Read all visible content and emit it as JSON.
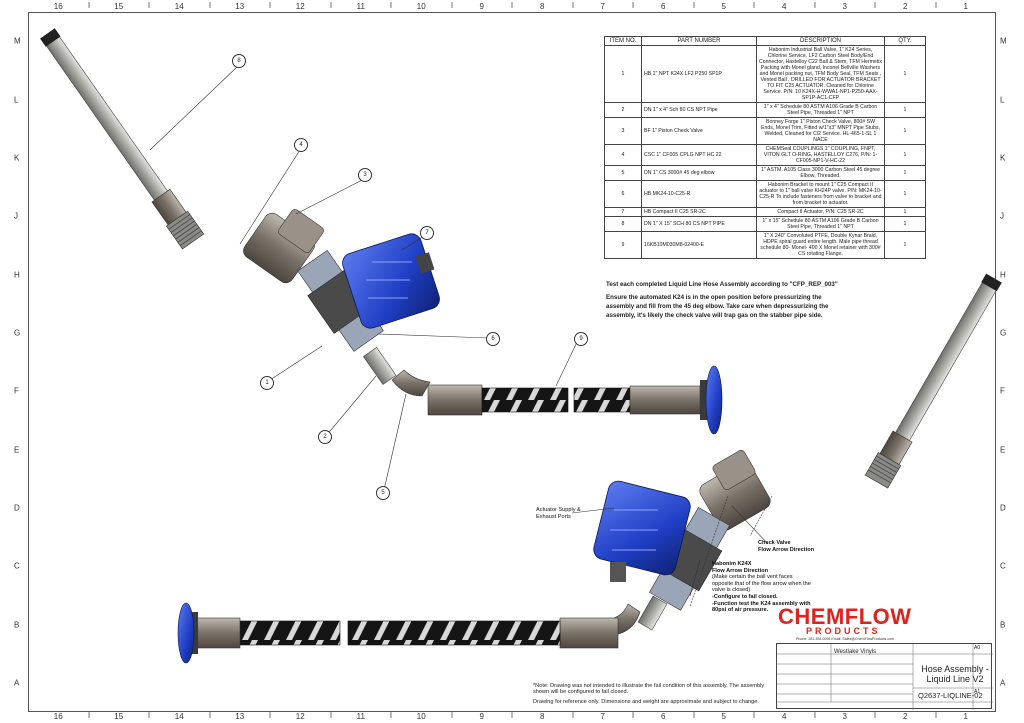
{
  "border": {
    "columns": [
      "16",
      "15",
      "14",
      "13",
      "12",
      "11",
      "10",
      "9",
      "8",
      "7",
      "6",
      "5",
      "4",
      "3",
      "2",
      "1"
    ],
    "rows": [
      "M",
      "L",
      "K",
      "J",
      "H",
      "G",
      "F",
      "E",
      "D",
      "C",
      "B",
      "A"
    ]
  },
  "bom": {
    "headers": [
      "ITEM NO.",
      "PART NUMBER",
      "DESCRIPTION",
      "QTY."
    ],
    "rows": [
      {
        "item": "1",
        "part": "HB 1\" NPT K24X LF2 P250 SP1P",
        "desc": "Habonim Industrial Ball Valve, 1\" K24 Series, Chlorine Service, LF2 Carbon Steel Body/End Connector, Hastelloy C22 Ball & Stem, TFM Hermetix Packing with Monel gland, Inconel Bellville Washers and Monel packing nut, TFM Body Seal, TFM Seats , Vented Ball , DRILLED FOR ACTUATOR BRACKET TO FIT C25 ACTUATOR. Cleaned for Chlorine Service. P/N: 10 K24X-H-WWA1-NP1-P250-AAX-SP1P-AC1-CFP",
        "qty": "1"
      },
      {
        "item": "2",
        "part": "DN 1\" x 4\" Sch 80 CS NPT Pipe",
        "desc": "1\" x 4\" Schedule 80 ASTM A106 Grade B Carbon Steel Pipe, Threaded 1\" NPT",
        "qty": "1"
      },
      {
        "item": "3",
        "part": "BF 1\" Piston Check Valve",
        "desc": "Bonney Forge 1\" Piston Check Valve, 800# SW Ends, Monel Trim, Fitted w/1\"x3\" MNPT Pipe Stubs, Welded, Cleaned for Cl2 Service. HL-465-1-SL 1 NACE",
        "qty": "1"
      },
      {
        "item": "4",
        "part": "CSC 1\" CF005 CPLG NPT HC 22",
        "desc": "CHEMSeal COUPLINGS 1\" COUPLING, FNPT, VITON GLT O-RING, HASTELLOY C276, P/N: 1-CF005-NP1-V-HC-22",
        "qty": "1"
      },
      {
        "item": "5",
        "part": "DN 1\" CS 3000# 45 deg elbow",
        "desc": "1\" ASTM. A105 Class 3000 Carbon Steel 45 degree Elbow, Threaded.",
        "qty": "1"
      },
      {
        "item": "6",
        "part": "HB MK24-10-C25-R",
        "desc": "Habonim Bracket to mount 1\" C25 Compact II actuator to 1\" ball valve KH24P valve. P/N: MK24-10-C25-R To include fasteners from valve to bracket and from bracket to actuator.",
        "qty": "1"
      },
      {
        "item": "7",
        "part": "HB Compact II C25 SR-2C",
        "desc": "Compact II Actuator, P/N: C25 SR-2C",
        "qty": "1"
      },
      {
        "item": "8",
        "part": "DN 1\" X 15\" SCH 80 CS NPT PIPE",
        "desc": "1\" x 15\" Schedule 80 ASTM A106 Grade B Carbon Steel Pipe, Threaded 1\" NPT",
        "qty": "1"
      },
      {
        "item": "9",
        "part": "16KB10M030M8-02400-E",
        "desc": "1\" X 240\" Convoluted PTFE, Double Kynar Braid, HDPE spiral guard entire length. Male pipe thread schedule 80- Monel- 400 X Monel retainer with 300# CS rotating Flange.",
        "qty": "1"
      }
    ]
  },
  "notes": {
    "test": "Test each completed Liquid Line Hose Assembly according to \"CFP_REP_003\"",
    "ensure": "Ensure the automated K24 is in the open position before pressurizing the assembly and fill from the 45 deg elbow. Take care when depressurizing the assembly, it's likely the check valve will trap gas on the stabber pipe side."
  },
  "annotations": {
    "actuator": "Actuator Supply & Exhaust Ports",
    "check_title": "Check Valve",
    "check_sub": "Flow Arrow Direction",
    "k24_title": "Habonim K24X",
    "k24_sub": "Flow Arrow Direction",
    "k24_note": "(Make certain the ball vent faces opposite that of the flow arrow when the valve is closed)",
    "k24_b1": "-Configure to fail closed.",
    "k24_b2": "-Function test the K24 assembly with 80psi of air pressure."
  },
  "callouts": [
    "8",
    "4",
    "3",
    "7",
    "6",
    "9",
    "1",
    "2",
    "5"
  ],
  "logo": {
    "name": "CHEMFLOW",
    "sub": "PRODUCTS",
    "contact": "Phone: 281.354.0096   Email: Sales@ChemFlowProducts.com"
  },
  "title_block": {
    "customer": "Westlake Vinyls",
    "title": "Hose Assembly - Liquid Line V2",
    "number": "Q2637-LIQLINE-02",
    "size": "A1",
    "rev": "A0"
  },
  "bottom_notes": {
    "note": "*Note: Drawing was not intended to illustrate the fail condition of this assembly. The assembly shown will be configured to fail closed.",
    "reference": "Drawing for reference only. Dimensions and weight are approximate and subject to change."
  },
  "colors": {
    "logo": "#e0221c",
    "actuator": "#2040c8",
    "hose": "#1a1a1a",
    "pipe": "#b9b9b4"
  }
}
